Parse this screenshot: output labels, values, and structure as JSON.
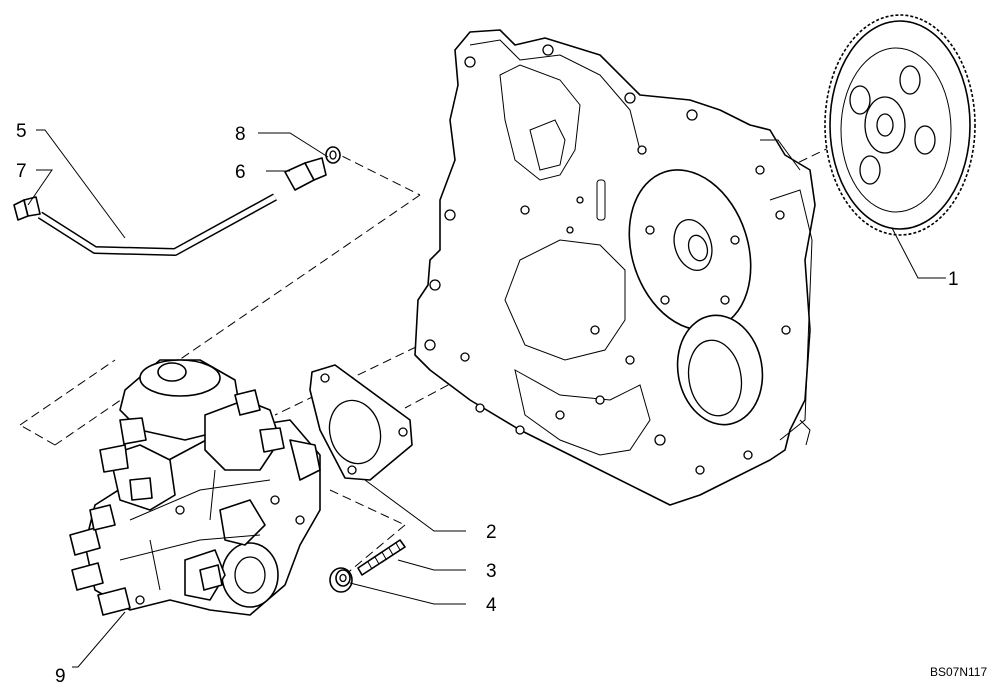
{
  "callouts": [
    {
      "id": "1",
      "label": "1"
    },
    {
      "id": "2",
      "label": "2"
    },
    {
      "id": "3",
      "label": "3"
    },
    {
      "id": "4",
      "label": "4"
    },
    {
      "id": "5",
      "label": "5"
    },
    {
      "id": "6",
      "label": "6"
    },
    {
      "id": "7",
      "label": "7"
    },
    {
      "id": "8",
      "label": "8"
    },
    {
      "id": "9",
      "label": "9"
    }
  ],
  "reference_code": "BS07N117"
}
